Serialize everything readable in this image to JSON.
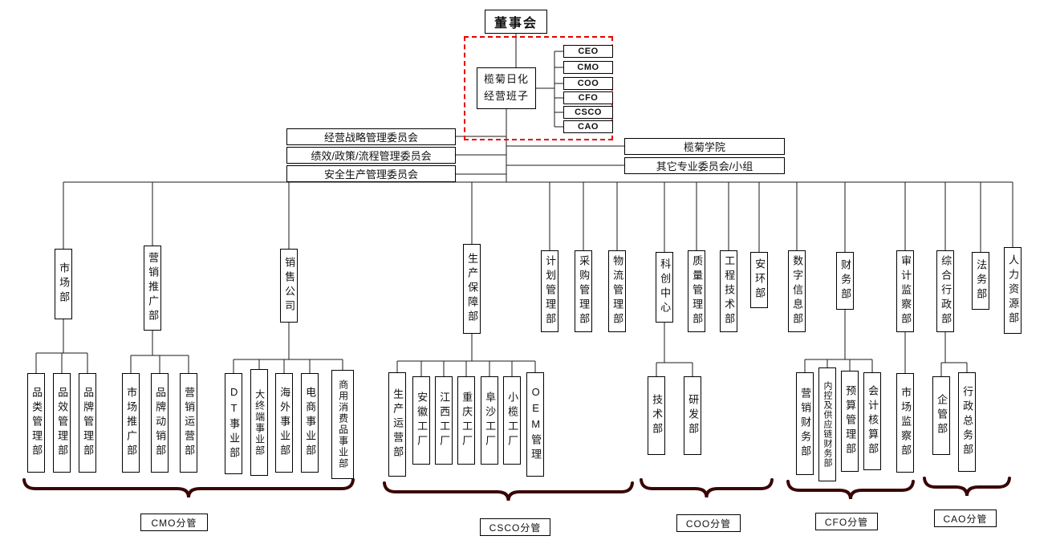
{
  "board": {
    "label": "董事会"
  },
  "management_team": {
    "line1": "榄菊日化",
    "line2": "经营班子"
  },
  "executives": [
    "CEO",
    "CMO",
    "COO",
    "CFO",
    "CSCO",
    "CAO"
  ],
  "committees": [
    "经营战略管理委员会",
    "绩效/政策/流程管理委员会",
    "安全生产管理委员会"
  ],
  "side_groups": [
    "榄菊学院",
    "其它专业委员会/小组"
  ],
  "departments": [
    "市场部",
    "营销推广部",
    "销售公司",
    "生产保障部",
    "计划管理部",
    "采购管理部",
    "物流管理部",
    "科创中心",
    "质量管理部",
    "工程技术部",
    "安环部",
    "数字信息部",
    "财务部",
    "审计监察部",
    "综合行政部",
    "法务部",
    "人力资源部"
  ],
  "sub_departments": [
    {
      "parent": "市场部",
      "items": [
        "品类管理部",
        "品效管理部",
        "品牌管理部"
      ]
    },
    {
      "parent": "营销推广部",
      "items": [
        "市场推广部",
        "品牌动销部",
        "营销运营部"
      ]
    },
    {
      "parent": "销售公司",
      "items": [
        "DT事业部",
        "大终端事业部",
        "海外事业部",
        "电商事业部",
        "商用消费品事业部"
      ]
    },
    {
      "parent": "生产保障部",
      "items": [
        "生产运营部",
        "安徽工厂",
        "江西工厂",
        "重庆工厂",
        "阜沙工厂",
        "小榄工厂",
        "OEM管理"
      ]
    },
    {
      "parent": "科创中心",
      "items": [
        "技术部",
        "研发部"
      ]
    },
    {
      "parent": "财务部",
      "items": [
        "营销财务部",
        "内控及供应链财务部",
        "预算管理部",
        "会计核算部"
      ]
    },
    {
      "parent": "审计监察部",
      "items": [
        "市场监察部"
      ]
    },
    {
      "parent": "综合行政部",
      "items": [
        "企管部",
        "行政总务部"
      ]
    }
  ],
  "braces": [
    "CMO分管",
    "CSCO分管",
    "COO分管",
    "CFO分管",
    "CAO分管"
  ],
  "colors": {
    "dashed_highlight": "#e80000",
    "brace": "#3a0505",
    "connector": "#1a1a1a",
    "box_border": "#000000"
  }
}
